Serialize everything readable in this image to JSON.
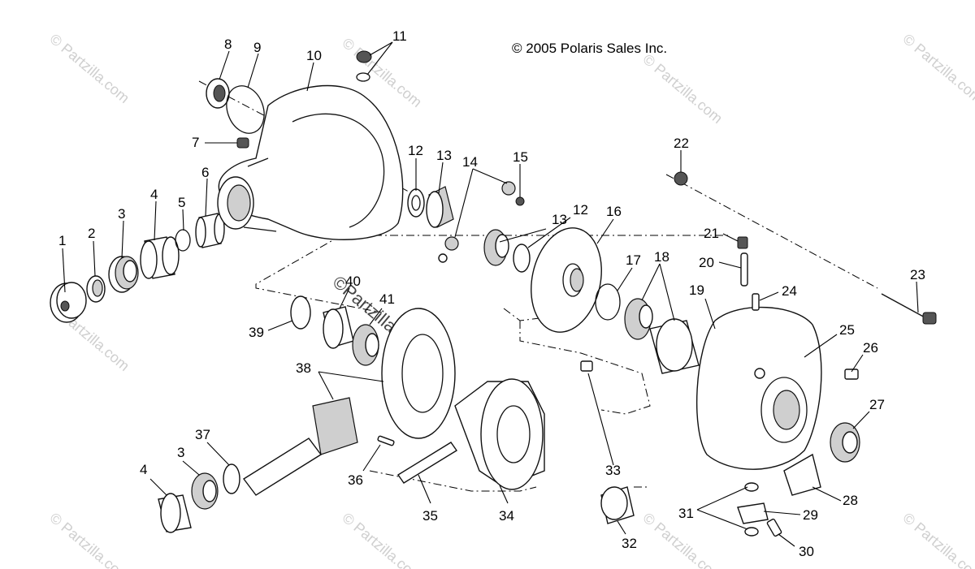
{
  "copyright": "© 2005 Polaris Sales Inc.",
  "watermark": {
    "small_text": "© Partzilla.com",
    "center_text": "©Partzilla.com"
  },
  "callouts": [
    "1",
    "2",
    "3",
    "4",
    "5",
    "6",
    "7",
    "8",
    "9",
    "10",
    "11",
    "12",
    "13",
    "14",
    "15",
    "12",
    "13",
    "16",
    "17",
    "18",
    "19",
    "20",
    "21",
    "22",
    "23",
    "24",
    "25",
    "26",
    "27",
    "28",
    "29",
    "30",
    "31",
    "32",
    "33",
    "34",
    "35",
    "36",
    "37",
    "3",
    "4",
    "38",
    "39",
    "40",
    "41"
  ]
}
